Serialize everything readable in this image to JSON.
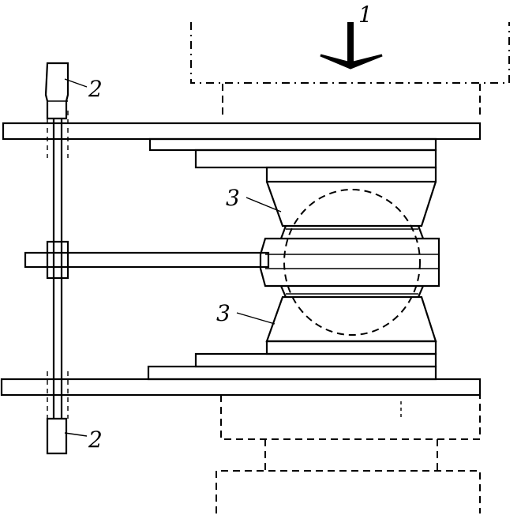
{
  "labels": {
    "load_arrow": "1",
    "rod_top": "2",
    "rod_bottom": "2",
    "block_upper": "3",
    "block_lower": "3"
  }
}
